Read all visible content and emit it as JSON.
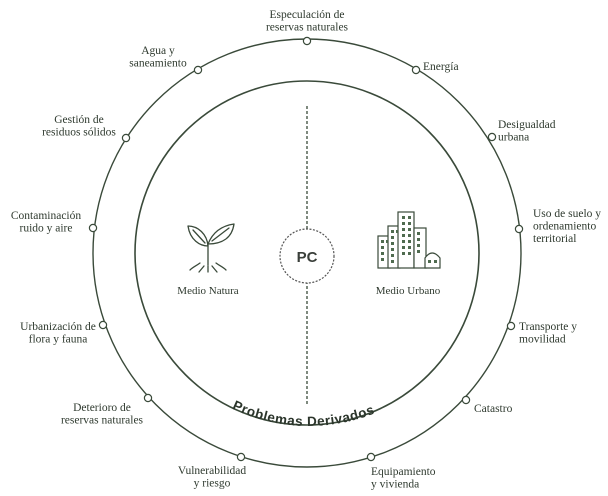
{
  "colors": {
    "stroke": "#3a4a3a",
    "text": "#2f3a2f",
    "fill_green": "#4f6b4f"
  },
  "center": {
    "label": "PC"
  },
  "inner": {
    "left_label": "Medio Natura",
    "right_label": "Medio Urbano",
    "arc_label": "Problemas Derivados",
    "left_icon": "seedling-icon",
    "right_icon": "city-buildings-icon"
  },
  "outer_nodes": [
    {
      "id": "especulacion",
      "lines": [
        "Especulación de",
        "reservas naturales"
      ]
    },
    {
      "id": "energia",
      "lines": [
        "Energía"
      ]
    },
    {
      "id": "desigualdad",
      "lines": [
        "Desigualdad",
        "urbana"
      ]
    },
    {
      "id": "uso-suelo",
      "lines": [
        "Uso de suelo y",
        "ordenamiento",
        "territorial"
      ]
    },
    {
      "id": "transporte",
      "lines": [
        "Transporte y",
        "movilidad"
      ]
    },
    {
      "id": "catastro",
      "lines": [
        "Catastro"
      ]
    },
    {
      "id": "equipamiento",
      "lines": [
        "Equipamiento",
        "y vivienda"
      ]
    },
    {
      "id": "vulnerabilidad",
      "lines": [
        "Vulnerabilidad",
        "y riesgo"
      ]
    },
    {
      "id": "deterioro",
      "lines": [
        "Deterioro de",
        "reservas naturales"
      ]
    },
    {
      "id": "urbanizacion",
      "lines": [
        "Urbanización de",
        "flora y fauna"
      ]
    },
    {
      "id": "contaminacion",
      "lines": [
        "Contaminación",
        "ruido y aire"
      ]
    },
    {
      "id": "gestion",
      "lines": [
        "Gestión de",
        "residuos sólidos"
      ]
    },
    {
      "id": "agua",
      "lines": [
        "Agua y",
        "saneamiento"
      ]
    }
  ]
}
